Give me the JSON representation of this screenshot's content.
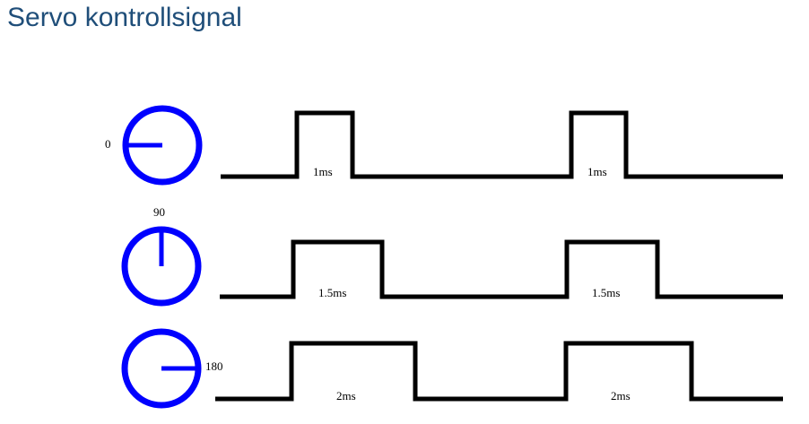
{
  "title": "Servo kontrollsignal",
  "colors": {
    "title": "#1f4e79",
    "dial": "#0000ff",
    "signal": "#000000"
  },
  "rows": [
    {
      "angle_label": "0",
      "angle_degrees": 0,
      "pulse_width_ms": 1.0,
      "pulse_label_1": "1ms",
      "pulse_label_2": "1ms"
    },
    {
      "angle_label": "90",
      "angle_degrees": 90,
      "pulse_width_ms": 1.5,
      "pulse_label_1": "1.5ms",
      "pulse_label_2": "1.5ms"
    },
    {
      "angle_label": "180",
      "angle_degrees": 180,
      "pulse_width_ms": 2.0,
      "pulse_label_1": "2ms",
      "pulse_label_2": "2ms"
    }
  ]
}
